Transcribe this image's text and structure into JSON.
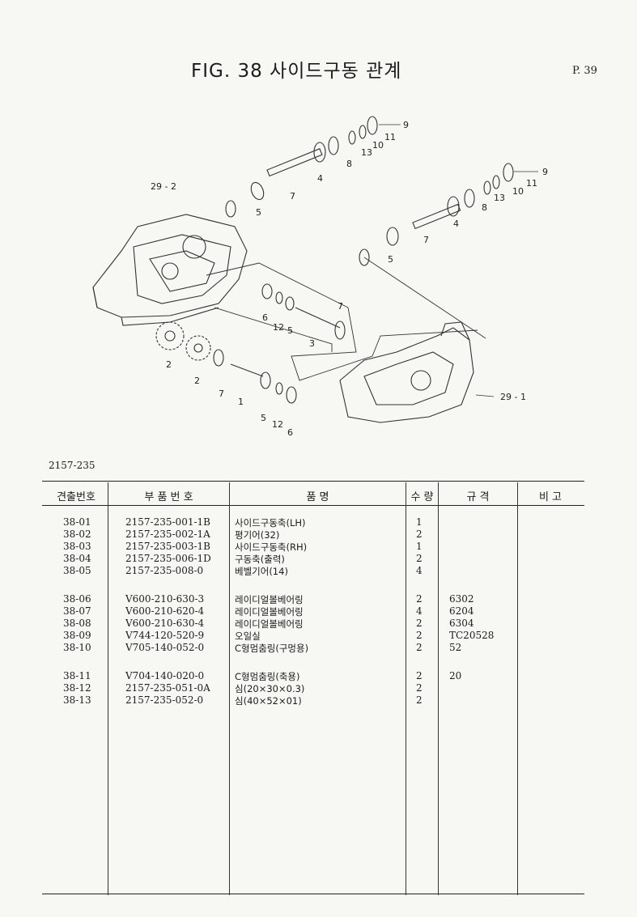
{
  "header": {
    "title": "FIG. 38  사이드구동 관계",
    "page": "P. 39"
  },
  "figure": {
    "callouts": [
      "9",
      "11",
      "10",
      "13",
      "8",
      "4",
      "7",
      "5",
      "29 - 2",
      "9",
      "11",
      "10",
      "13",
      "8",
      "4",
      "7",
      "5",
      "6",
      "12",
      "5",
      "7",
      "3",
      "2",
      "2",
      "7",
      "1",
      "5",
      "12",
      "6",
      "29 - 1"
    ]
  },
  "group_code": "2157-235",
  "table": {
    "headers": [
      "견출번호",
      "부   품   번   호",
      "품                    명",
      "수 량",
      "규     격",
      "비   고"
    ],
    "rows": [
      {
        "no": "38-01",
        "part": "2157-235-001-1B",
        "name": "사이드구동축(LH)",
        "qty": "1",
        "spec": ""
      },
      {
        "no": "38-02",
        "part": "2157-235-002-1A",
        "name": "평기어(32)",
        "qty": "2",
        "spec": ""
      },
      {
        "no": "38-03",
        "part": "2157-235-003-1B",
        "name": "사이드구동축(RH)",
        "qty": "1",
        "spec": ""
      },
      {
        "no": "38-04",
        "part": "2157-235-006-1D",
        "name": "구동축(출력)",
        "qty": "2",
        "spec": ""
      },
      {
        "no": "38-05",
        "part": "2157-235-008-0",
        "name": "베벨기어(14)",
        "qty": "4",
        "spec": ""
      },
      {
        "no": "38-06",
        "part": "V600-210-630-3",
        "name": "레이디얼볼베어링",
        "qty": "2",
        "spec": "6302"
      },
      {
        "no": "38-07",
        "part": "V600-210-620-4",
        "name": "레이디얼볼베어링",
        "qty": "4",
        "spec": "6204"
      },
      {
        "no": "38-08",
        "part": "V600-210-630-4",
        "name": "레이디얼볼베어링",
        "qty": "2",
        "spec": "6304"
      },
      {
        "no": "38-09",
        "part": "V744-120-520-9",
        "name": "오일실",
        "qty": "2",
        "spec": "TC20528"
      },
      {
        "no": "38-10",
        "part": "V705-140-052-0",
        "name": "C형멈춤링(구멍용)",
        "qty": "2",
        "spec": "52"
      },
      {
        "no": "38-11",
        "part": "V704-140-020-0",
        "name": "C형멈춤링(축용)",
        "qty": "2",
        "spec": "20"
      },
      {
        "no": "38-12",
        "part": "2157-235-051-0A",
        "name": "심(20×30×0.3)",
        "qty": "2",
        "spec": ""
      },
      {
        "no": "38-13",
        "part": "2157-235-052-0",
        "name": "심(40×52×01)",
        "qty": "2",
        "spec": ""
      }
    ]
  }
}
